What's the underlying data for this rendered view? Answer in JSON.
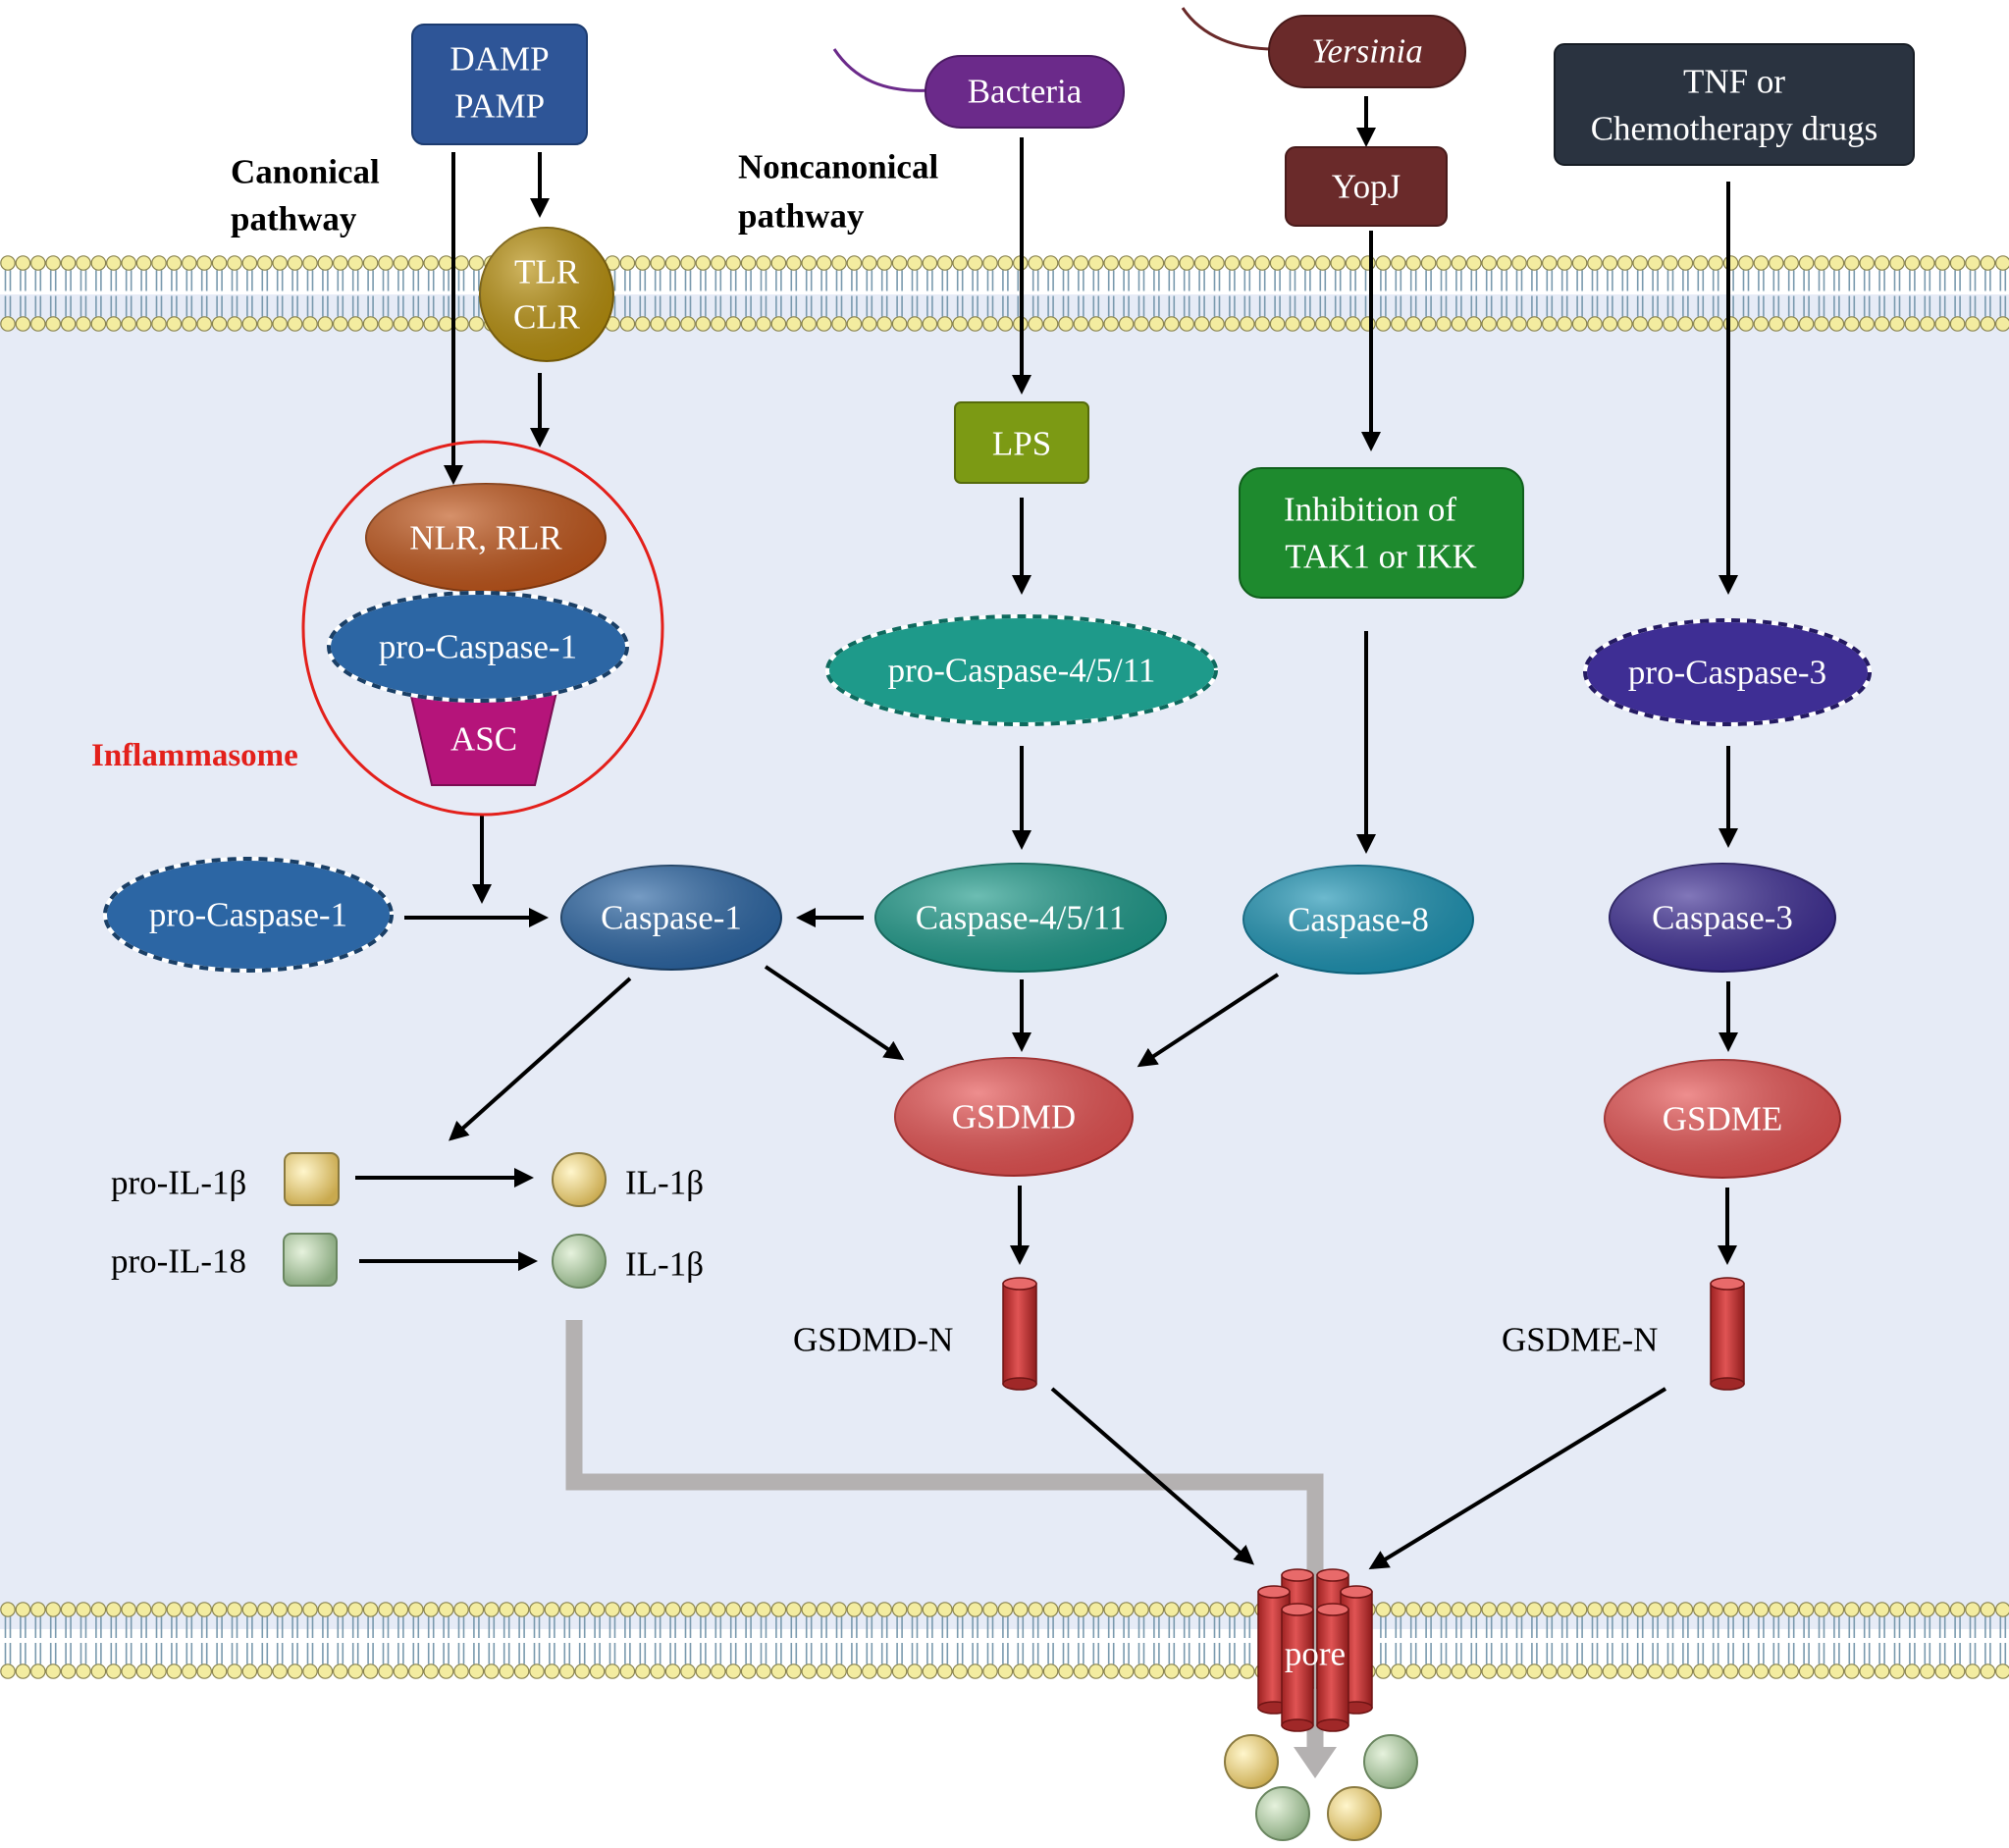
{
  "labels": {
    "damp": "DAMP",
    "pamp": "PAMP",
    "canonical_line1": "Canonical",
    "canonical_line2": "pathway",
    "tlr": "TLR",
    "clr": "CLR",
    "noncanonical_line1": "Noncanonical",
    "noncanonical_line2": "pathway",
    "bacteria": "Bacteria",
    "yersinia": "Yersinia",
    "yopj": "YopJ",
    "tnf_line1": "TNF or",
    "tnf_line2": "Chemotherapy drugs",
    "nlr_rlr": "NLR, RLR",
    "pro_caspase1_inflammasome": "pro-Caspase-1",
    "asc": "ASC",
    "inflammasome": "Inflammasome",
    "lps": "LPS",
    "inhibition_line1": "Inhibition of",
    "inhibition_line2": "TAK1 or IKK",
    "pro_caspase_4511": "pro-Caspase-4/5/11",
    "pro_caspase3": "pro-Caspase-3",
    "pro_caspase1": "pro-Caspase-1",
    "caspase1": "Caspase-1",
    "caspase_4511": "Caspase-4/5/11",
    "caspase8": "Caspase-8",
    "caspase3": "Caspase-3",
    "gsdmd": "GSDMD",
    "gsdme": "GSDME",
    "pro_il1b": "pro-IL-1β",
    "il1b_1": "IL-1β",
    "pro_il18": "pro-IL-18",
    "il1b_2": "IL-1β",
    "gsdmd_n": "GSDMD-N",
    "gsdme_n": "GSDME-N",
    "pore": "pore"
  },
  "colors": {
    "membrane_bead": "#F3ECA0",
    "membrane_bead_stroke": "#8A8450",
    "membrane_tail": "#7A9AAE",
    "cytoplasm": "#E6EBF6",
    "damp_box": "#2E5597",
    "tlr": "#B8900E",
    "bacteria": "#6B2A8A",
    "yersinia": "#6A2A2A",
    "tnf_box": "#2A3340",
    "nlr": "#C0561B",
    "caspase1": "#2C66A4",
    "asc": "#B5147A",
    "inflammasome_ring": "#E3201B",
    "lps": "#7C9A14",
    "inhibition": "#1E8A2E",
    "caspase_4511": "#1E9A8A",
    "caspase3": "#3E2E94",
    "caspase8": "#1E94B4",
    "gsdm": "#E55252",
    "gsdm_n": "#C83B3B",
    "il1b_particle": "#D8C27A",
    "il18_particle": "#A5C09A",
    "release_path": "#B4B1B1",
    "arrow": "#000000"
  }
}
